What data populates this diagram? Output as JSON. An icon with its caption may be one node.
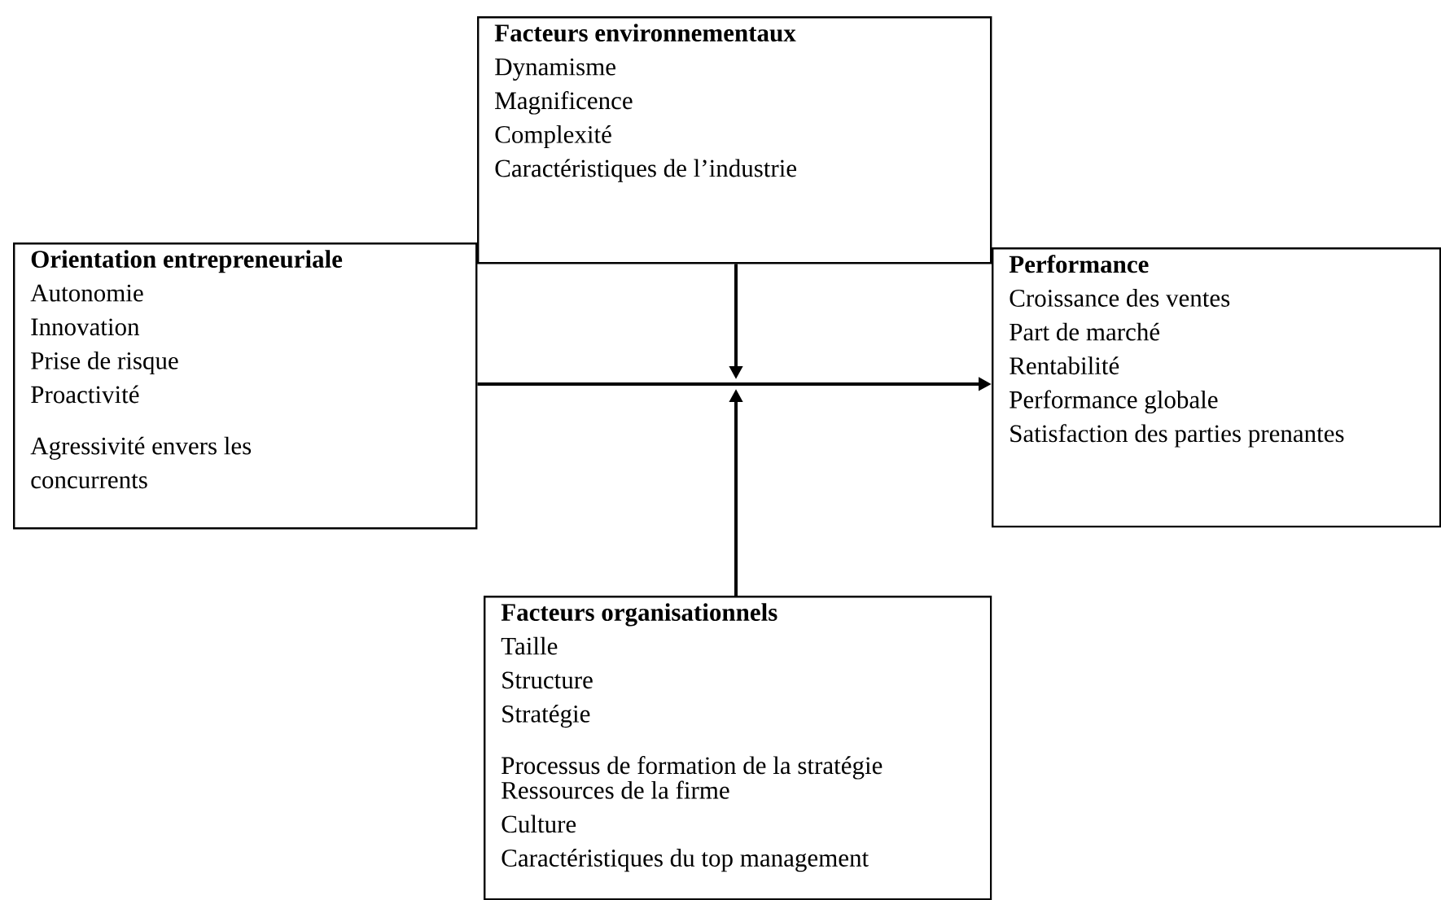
{
  "diagram": {
    "nodes": [
      {
        "text": [
          "Facteurs environnementaux",
          "Dynamisme",
          "Magnificence",
          "Complexité",
          "Caractéristiques de l’industrie"
        ]
      },
      {
        "text": [
          "Orientation entrepreneuriale",
          "Autonomie",
          "Innovation",
          "Prise de risque",
          "Proactivité",
          "Agressivité envers les concurrents"
        ]
      },
      {
        "text": [
          "Performance",
          "Croissance des ventes",
          "Part de marché",
          "Rentabilité",
          "Performance globale",
          "Satisfaction des parties prenantes"
        ]
      },
      {
        "text": [
          "Facteurs organisationnels",
          "Taille",
          "Structure",
          "Stratégie",
          "Processus de formation de la stratégie",
          "Ressources de la firme",
          "Culture",
          "Caractéristiques du top management"
        ]
      }
    ],
    "edges": [
      {
        "from": 1,
        "to": 2,
        "arrow": "to"
      },
      {
        "from": 0,
        "to": null,
        "arrow": "to"
      },
      {
        "from": 3,
        "to": null,
        "arrow": "to"
      }
    ]
  }
}
